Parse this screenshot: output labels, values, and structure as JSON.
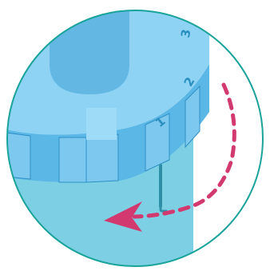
{
  "dial": {
    "numbers": [
      "1",
      "2",
      "3"
    ]
  },
  "colors": {
    "circle_border": "#1aa39a",
    "cap_top": "#8fd3f4",
    "cap_rim": "#5bb7e6",
    "cap_rim_light": "#7cc8ef",
    "cap_rim_dark": "#4aa8da",
    "cap_rim_line": "#2f8fc4",
    "cap_shadow": "#62b8e2",
    "bottle_body": "#7dd0e3",
    "bottle_side": "#8ad6e8",
    "needle": "#2e8fa7",
    "number_color": "#2a8fbf",
    "arrow": "#d23a6f",
    "background": "#ffffff"
  },
  "icons": {
    "rotation_arrow": "curved-dashed-arrow-icon"
  }
}
